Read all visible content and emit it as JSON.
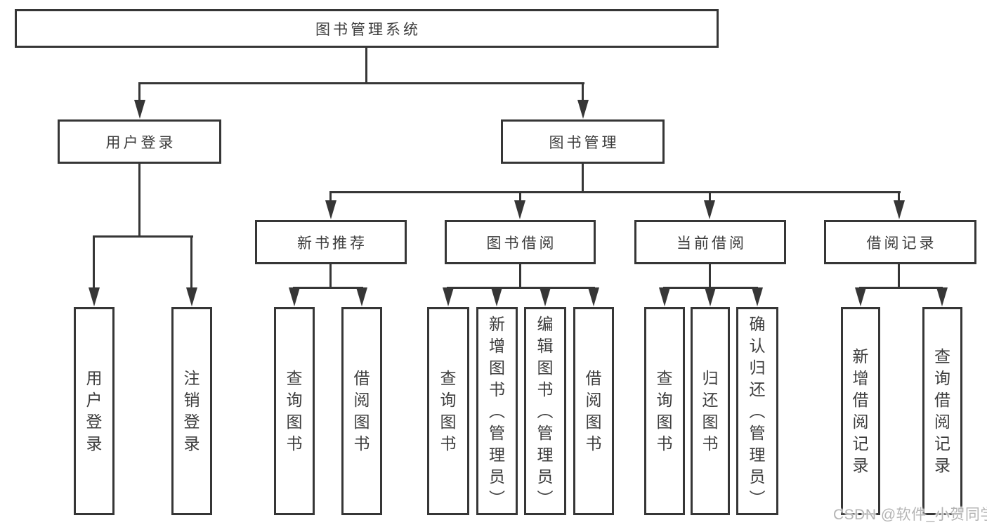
{
  "root": {
    "label": "图书管理系统"
  },
  "level2": [
    {
      "label": "用户登录"
    },
    {
      "label": "图书管理"
    }
  ],
  "level3": [
    {
      "label": "新书推荐",
      "parent": "图书管理"
    },
    {
      "label": "图书借阅",
      "parent": "图书管理"
    },
    {
      "label": "当前借阅",
      "parent": "图书管理"
    },
    {
      "label": "借阅记录",
      "parent": "图书管理"
    }
  ],
  "leaves": [
    {
      "label": "用户登录",
      "parent": "用户登录"
    },
    {
      "label": "注销登录",
      "parent": "用户登录"
    },
    {
      "label": "查询图书",
      "parent": "新书推荐"
    },
    {
      "label": "借阅图书",
      "parent": "新书推荐"
    },
    {
      "label": "查询图书",
      "parent": "图书借阅"
    },
    {
      "label": "新增图书（管理员）",
      "parent": "图书借阅"
    },
    {
      "label": "编辑图书（管理员）",
      "parent": "图书借阅"
    },
    {
      "label": "借阅图书",
      "parent": "图书借阅"
    },
    {
      "label": "查询图书",
      "parent": "当前借阅"
    },
    {
      "label": "归还图书",
      "parent": "当前借阅"
    },
    {
      "label": "确认归还（管理员）",
      "parent": "当前借阅"
    },
    {
      "label": "新增借阅记录",
      "parent": "借阅记录"
    },
    {
      "label": "查询借阅记录",
      "parent": "借阅记录"
    }
  ],
  "watermark": "CSDN @软件_小贺同学",
  "colors": {
    "line": "#363636",
    "text": "#3d3d3d",
    "watermark": "#b4b4b4",
    "background": "#ffffff"
  }
}
